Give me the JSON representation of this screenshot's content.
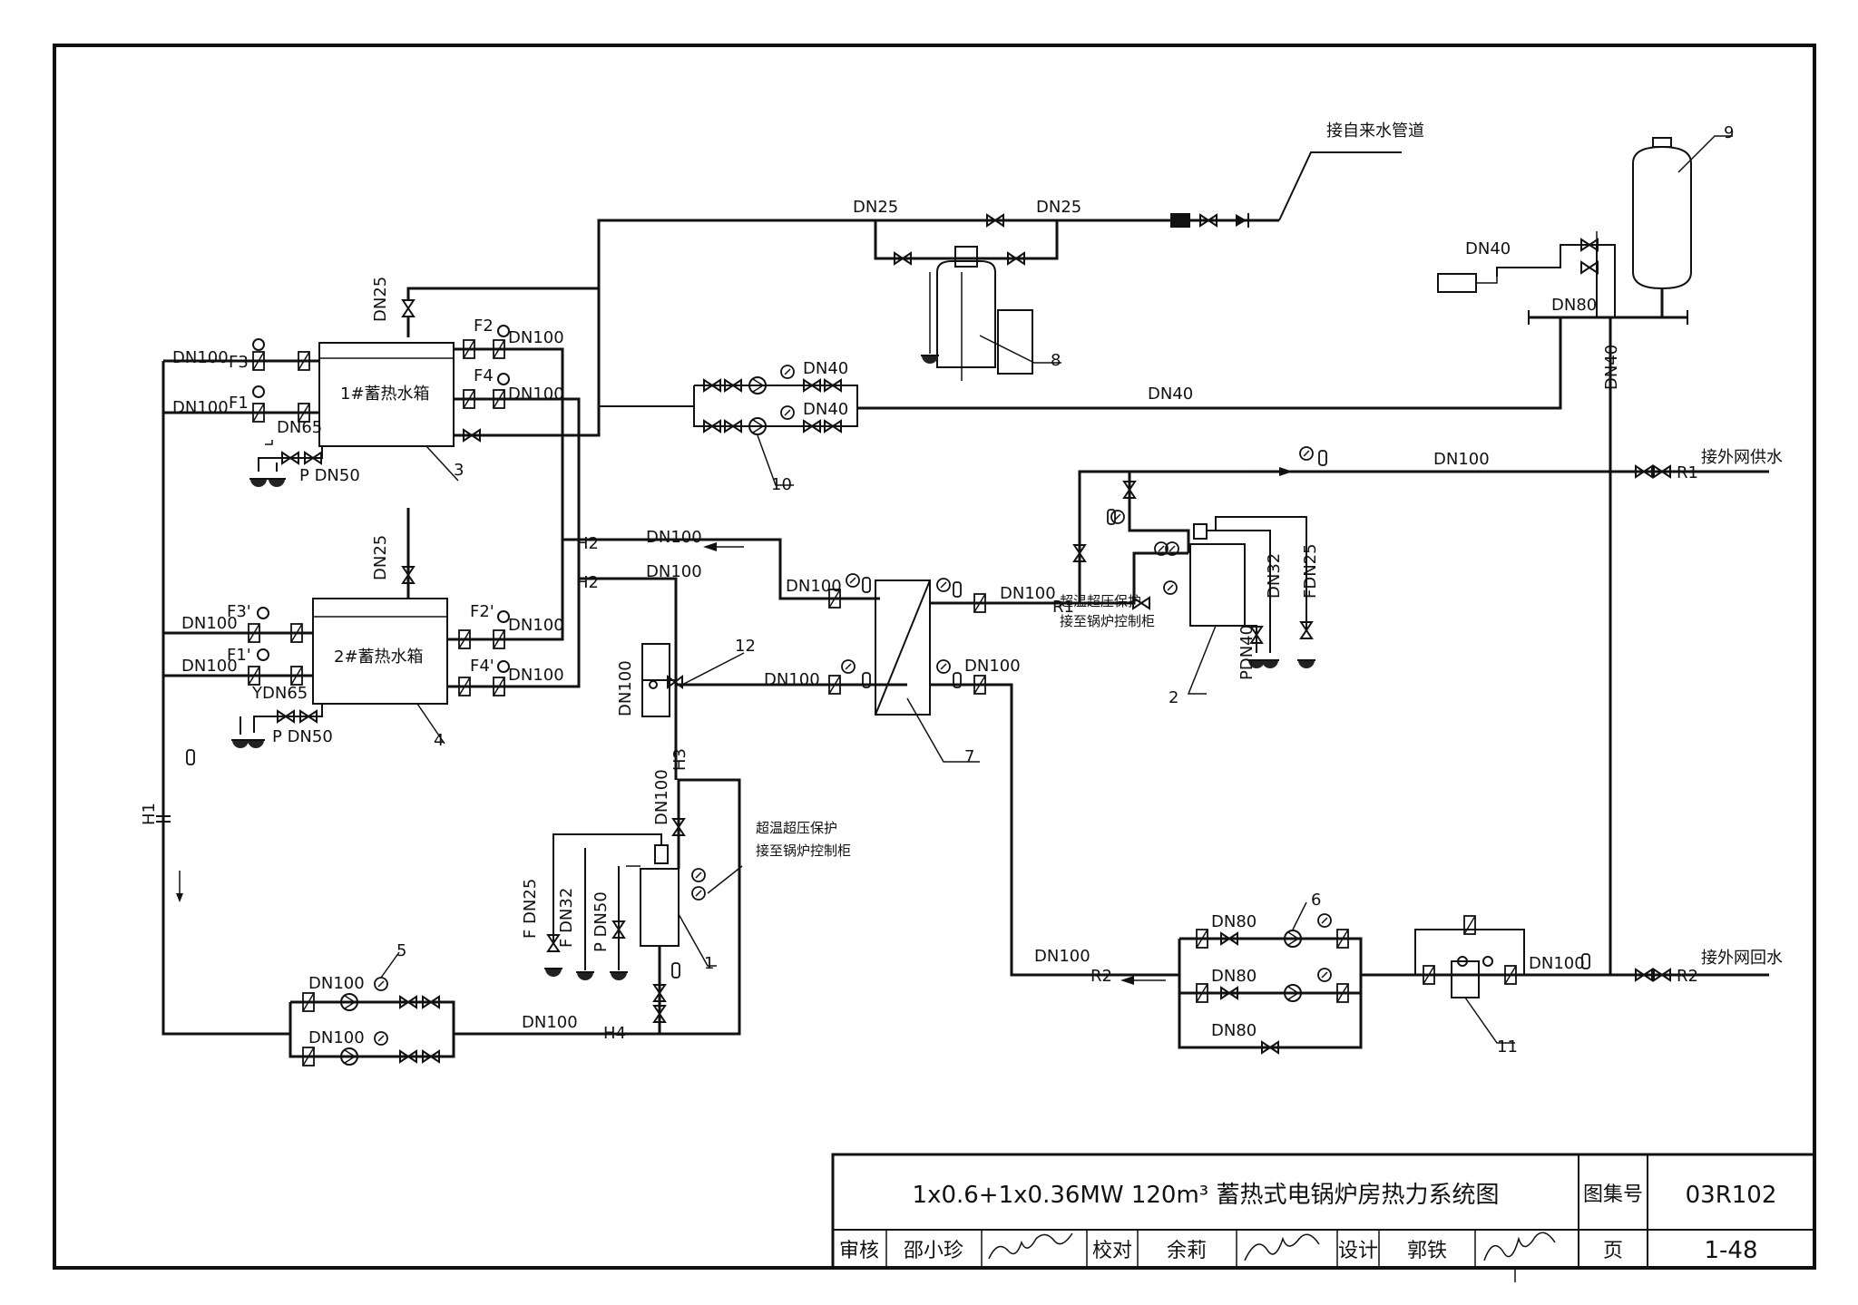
{
  "labels": {
    "tap_water": "接自来水管道",
    "supply_out": "接外网供水",
    "return_in": "接外网回水",
    "tank1": "1#蓄热水箱",
    "tank2": "2#蓄热水箱",
    "protect1_l1": "超温超压保护",
    "protect1_l2": "接至锅炉控制柜",
    "protect2_l1": "超温超压保护",
    "protect2_l2": "接至锅炉控制柜",
    "dn25": "DN25",
    "dn32": "DN32",
    "dn40": "DN40",
    "dn50": "DN50",
    "dn65": "DN65",
    "dn80": "DN80",
    "dn100": "DN100",
    "f_dn25": "F DN25",
    "f_dn32": "F DN32",
    "fdn25": "FDN25",
    "p_dn50": "P DN50",
    "pdn40": "PDN40",
    "ydn65": "YDN65",
    "F1": "F1",
    "F2": "F2",
    "F3": "F3",
    "F4": "F4",
    "F1p": "F1'",
    "F2p": "F2'",
    "F3p": "F3'",
    "F4p": "F4'",
    "H1": "H1",
    "H2": "H2",
    "H3": "H3",
    "H4": "H4",
    "R1": "R1",
    "R2": "R2",
    "n1": "1",
    "n2": "2",
    "n3": "3",
    "n4": "4",
    "n5": "5",
    "n6": "6",
    "n7": "7",
    "n8": "8",
    "n9": "9",
    "n10": "10",
    "n11": "11",
    "n12": "12"
  },
  "title_block": {
    "title": "1x0.6+1x0.36MW 120m³ 蓄热式电锅炉房热力系统图",
    "atlas_label": "图集号",
    "atlas_no": "03R102",
    "review_label": "审核",
    "reviewer": "邵小珍",
    "check_label": "校对",
    "checker": "余莉",
    "design_label": "设计",
    "designer": "郭铁",
    "page_label": "页",
    "page_no": "1-48"
  }
}
